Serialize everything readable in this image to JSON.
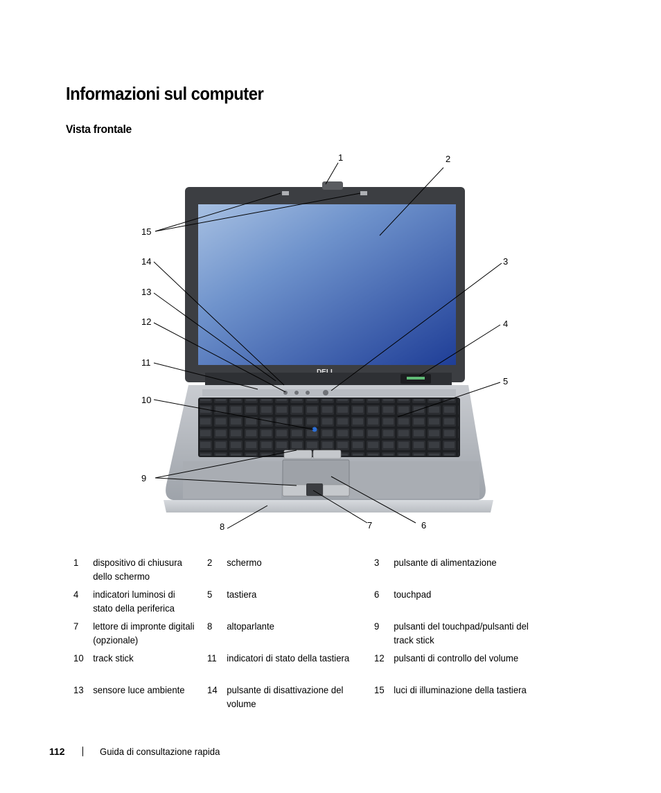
{
  "page": {
    "title": "Informazioni sul computer",
    "subtitle": "Vista frontale"
  },
  "figure": {
    "brand_logo": "DELL",
    "callout_numbers": [
      "1",
      "2",
      "3",
      "4",
      "5",
      "6",
      "7",
      "8",
      "9",
      "10",
      "11",
      "12",
      "13",
      "14",
      "15"
    ]
  },
  "legend": {
    "rows": [
      [
        {
          "num": "1",
          "text": "dispositivo di chiusura dello schermo"
        },
        {
          "num": "2",
          "text": "schermo"
        },
        {
          "num": "3",
          "text": "pulsante di alimentazione"
        }
      ],
      [
        {
          "num": "4",
          "text": "indicatori luminosi di stato della periferica"
        },
        {
          "num": "5",
          "text": "tastiera"
        },
        {
          "num": "6",
          "text": "touchpad"
        }
      ],
      [
        {
          "num": "7",
          "text": "lettore di impronte digitali (opzionale)"
        },
        {
          "num": "8",
          "text": "altoparlante"
        },
        {
          "num": "9",
          "text": "pulsanti del touchpad/pulsanti del track stick"
        }
      ],
      [
        {
          "num": "10",
          "text": "track stick"
        },
        {
          "num": "11",
          "text": "indicatori di stato della tastiera"
        },
        {
          "num": "12",
          "text": "pulsanti di controllo del volume"
        }
      ],
      [
        {
          "num": "13",
          "text": "sensore luce ambiente"
        },
        {
          "num": "14",
          "text": "pulsante di disattivazione del volume"
        },
        {
          "num": "15",
          "text": "luci di illuminazione della tastiera"
        }
      ]
    ]
  },
  "footer": {
    "page_number": "112",
    "document_name": "Guida di consultazione rapida"
  }
}
